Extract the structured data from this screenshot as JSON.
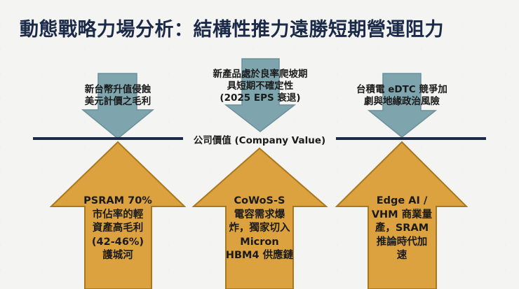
{
  "title": "動態戰略力場分析：結構性推力遠勝短期營運阻力",
  "axis": {
    "label": "公司價值 (Company Value)",
    "color": "#1b2a49"
  },
  "colors": {
    "headwind_fill": "#7ea5ad",
    "headwind_stroke": "#6b9099",
    "tailwind_fill": "#dba23f",
    "tailwind_stroke": "#a8781f",
    "title": "#1b2a49"
  },
  "headwinds": [
    {
      "lines": [
        "新台幣升值侵蝕",
        "美元計價之毛利"
      ]
    },
    {
      "lines": [
        "新產品處於良率爬坡期",
        "具短期不確定性",
        "(2025 EPS 衰退)"
      ]
    },
    {
      "lines": [
        "台積電 eDTC 競爭加",
        "劇與地緣政治風險"
      ]
    }
  ],
  "tailwinds": [
    {
      "lines": [
        "PSRAM 70%",
        "市佔率的輕",
        "資產高毛利",
        "(42-46%)",
        "護城河"
      ]
    },
    {
      "lines": [
        "CoWoS-S",
        "電容需求爆",
        "炸，獨家切入",
        "Micron",
        "HBM4 供應鏈"
      ]
    },
    {
      "lines": [
        "Edge AI /",
        "VHM 商業量",
        "產，SRAM",
        "推論時代加",
        "速"
      ]
    }
  ]
}
